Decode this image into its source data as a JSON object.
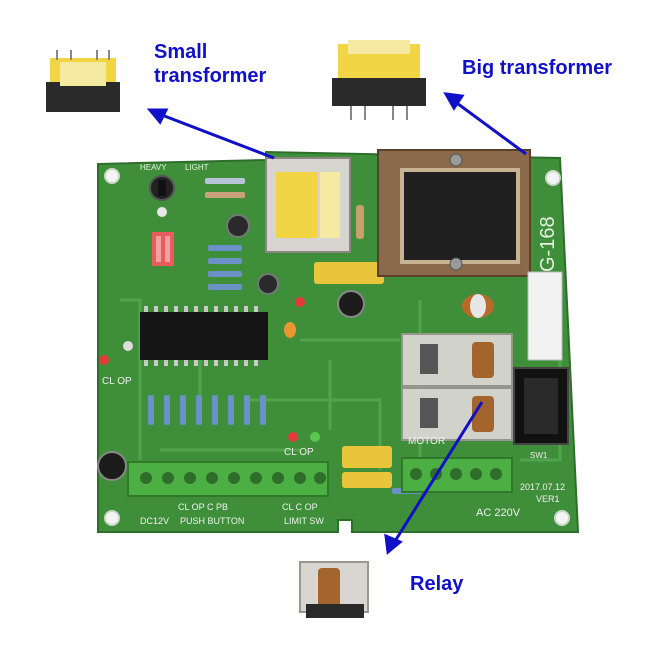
{
  "labels": {
    "small_transformer_line1": "Small",
    "small_transformer_line2": "transformer",
    "big_transformer": "Big transformer",
    "relay": "Relay"
  },
  "board": {
    "model": "G-168",
    "date": "2017.07.12",
    "version": "VER1",
    "motor_label": "MOTOR",
    "dc_label": "DC12V",
    "push_button_label": "PUSH BUTTON",
    "limit_sw_label": "LIMIT SW",
    "ac_label": "AC 220V",
    "cl_op_label": "CL OP",
    "sw1_label": "SW1",
    "terminal_top_left": "CL   OP   C   PB",
    "terminal_top_mid": "CL  C   OP",
    "heavy_label": "HEAVY",
    "light_label": "LIGHT"
  },
  "colors": {
    "label_blue": "#1010c8",
    "pcb_green": "#3f8f3a",
    "terminal_green": "#4caf43",
    "transformer_yellow": "#f1d545",
    "relay_clear": "#d9d6d2"
  }
}
